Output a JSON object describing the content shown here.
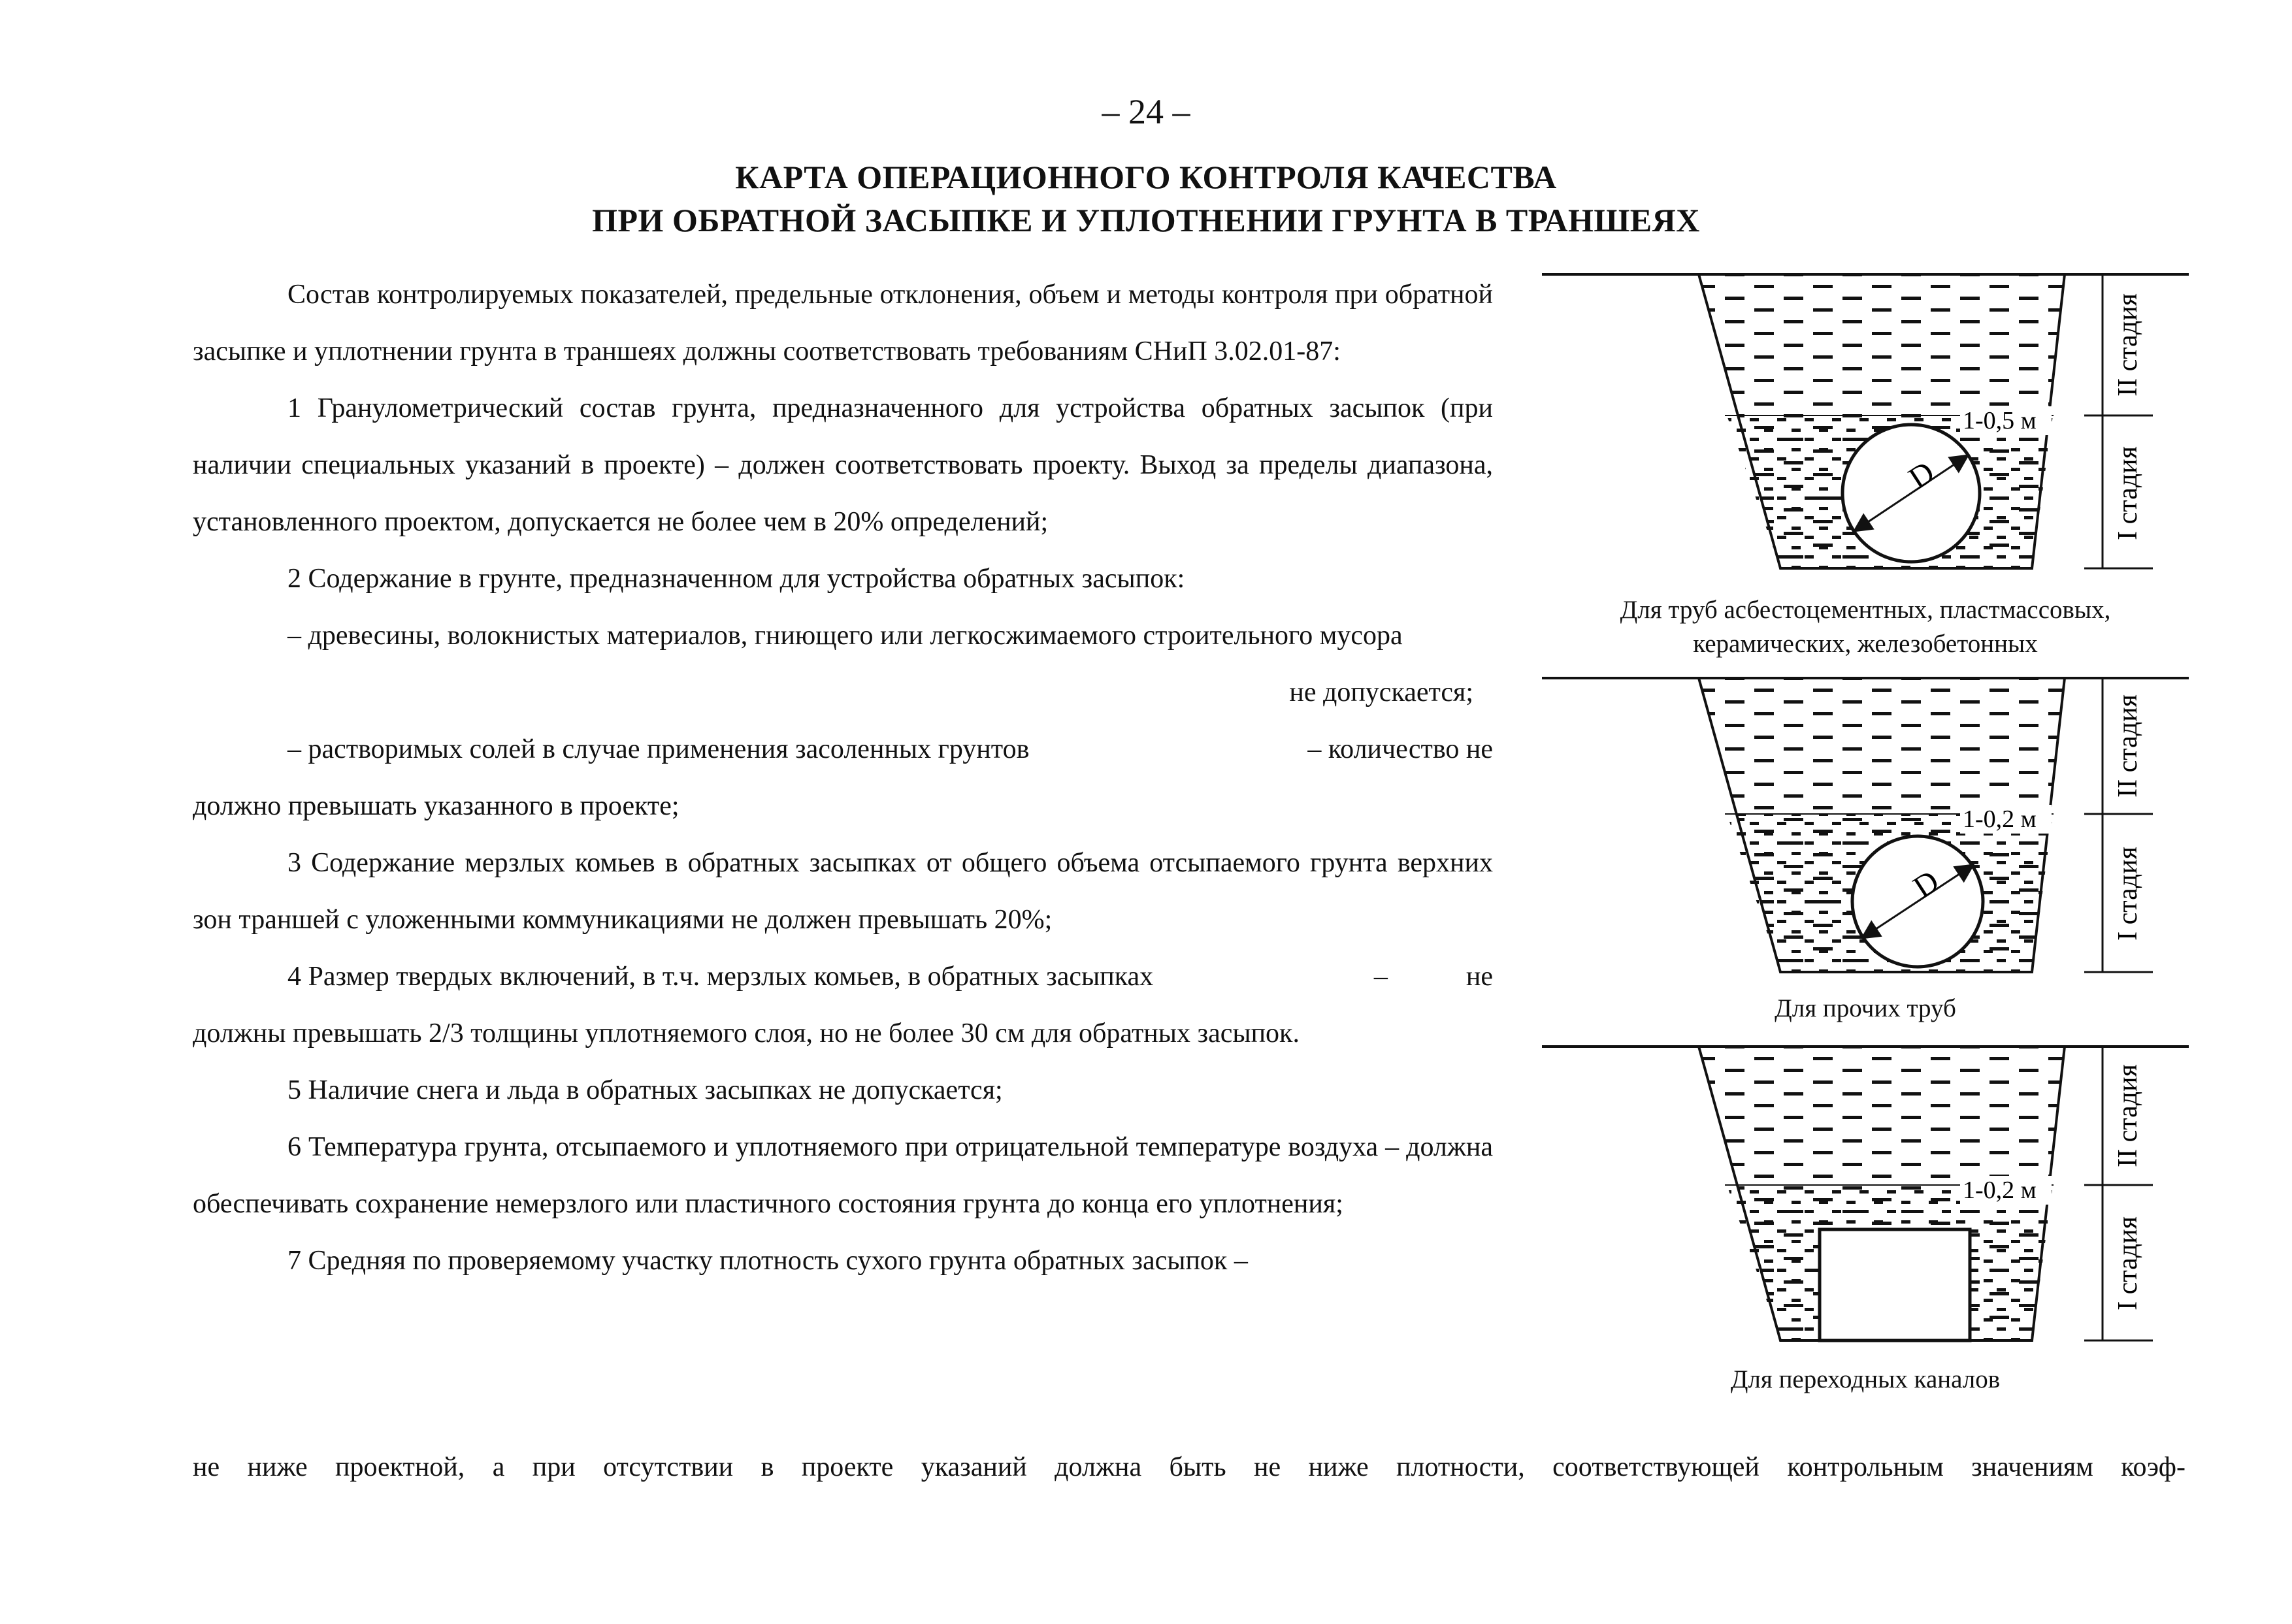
{
  "page_number": "– 24 –",
  "title": {
    "line1": "КАРТА ОПЕРАЦИОННОГО КОНТРОЛЯ КАЧЕСТВА",
    "line2": "ПРИ ОБРАТНОЙ ЗАСЫПКЕ И УПЛОТНЕНИИ ГРУНТА В ТРАНШЕЯХ"
  },
  "text": {
    "intro": "Состав контролируемых показателей, предельные отклонения, объем и методы контроля при обратной засыпке и уплотнении грунта в траншеях должны соответствовать требованиям СНиП 3.02.01-87:",
    "p1": "1 Гранулометрический состав грунта, предназначенного для устройства обратных засыпок (при наличии специальных указаний в проекте)   –   должен   соответствовать проекту. Выход за пределы диапазона, установленного проектом, допускается не более чем в 20% определений;",
    "p2": "2 Содержание в грунте, предназначенном для устройства обратных засыпок:",
    "p2a": "– древесины, волокнистых материалов, гниющего или легкосжимаемого строительного мусора",
    "p2a_value": "не допускается;",
    "p2b_left": "– растворимых солей в случае применения засоленных грунтов",
    "p2b_right": "– количество не",
    "p2b_rest": "должно превышать указанного в проекте;",
    "p3": "3 Содержание мерзлых комьев в обратных засыпках от общего объема отсыпаемого грунта верхних зон траншей с уложенными коммуникациями не должен превышать 20%;",
    "p4_left": "4 Размер твердых включений, в т.ч. мерзлых комьев, в обратных засыпках",
    "p4_dash": "–",
    "p4_right": "не",
    "p4_rest": "должны превышать 2/3 толщины уплотняемого слоя, но не более 30 см для обратных засыпок.",
    "p5": "5 Наличие снега и льда в обратных засыпках не допускается;",
    "p6": "6 Температура грунта, отсыпаемого и уплотняемого при отрицательной температуре воздуха – должна обеспечивать сохранение немерзлого или пластичного состояния грунта до конца его уплотнения;",
    "p7": "7 Средняя по проверяемому участку плотность сухого грунта обратных засыпок   –",
    "p7_cont": "не ниже проектной, а при отсутствии в проекте указаний должна быть не ниже плотности, соответствующей контрольным значениям коэф-"
  },
  "figures": [
    {
      "caption": "Для труб асбестоцементных, пластмассовых, керамических, железобетонных",
      "dim": "1-0,5 м",
      "pipe_label": "D",
      "stage_upper": "II стадия",
      "stage_lower": "I стадия"
    },
    {
      "caption": "Для прочих труб",
      "dim": "1-0,2 м",
      "pipe_label": "D",
      "stage_upper": "II стадия",
      "stage_lower": "I стадия"
    },
    {
      "caption": "Для переходных каналов",
      "dim": "1-0,2 м",
      "stage_upper": "II стадия",
      "stage_lower": "I стадия"
    }
  ]
}
